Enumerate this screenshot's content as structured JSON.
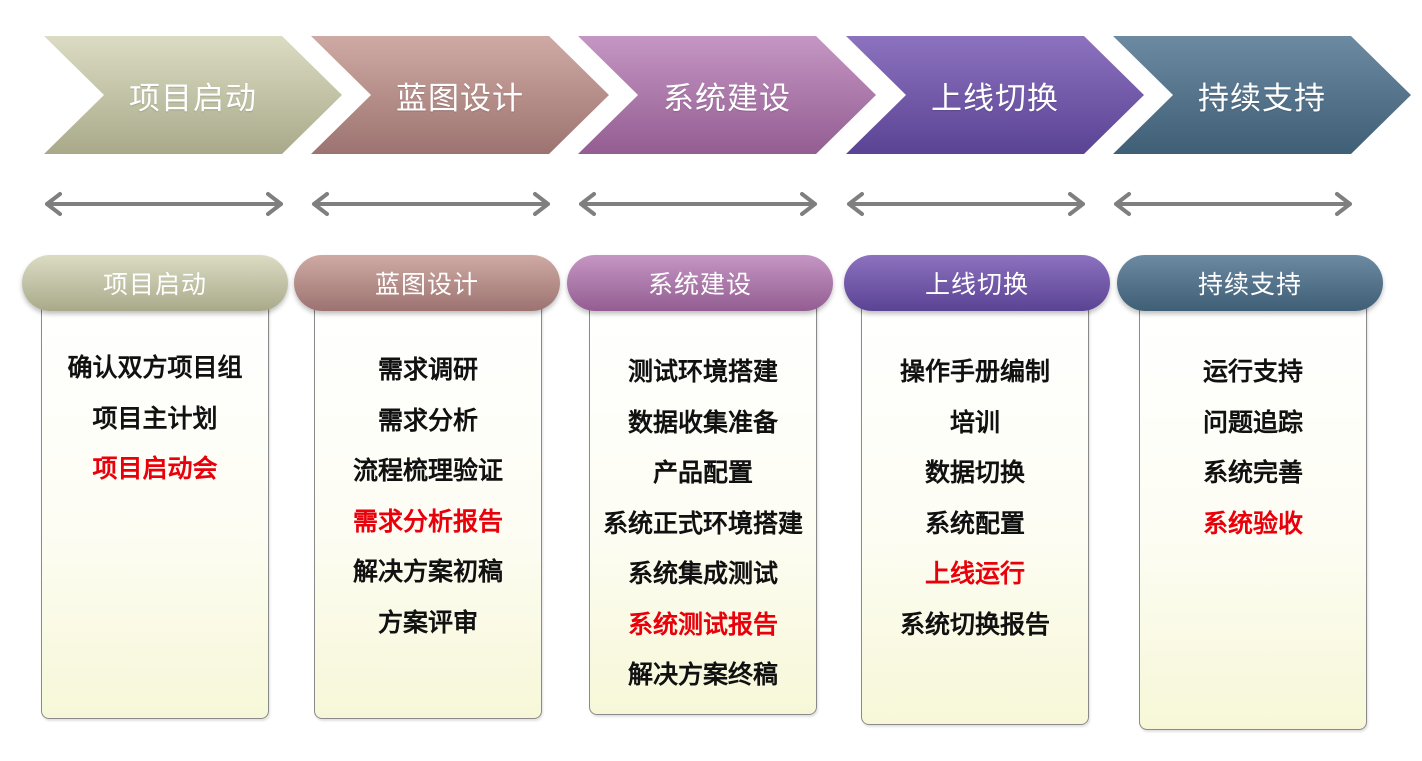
{
  "phases": [
    {
      "label": "项目启动",
      "color_light": "#dcdcc4",
      "color_dark": "#a9a98a"
    },
    {
      "label": "蓝图设计",
      "color_light": "#cfaaa4",
      "color_dark": "#9c7370"
    },
    {
      "label": "系统建设",
      "color_light": "#c596c3",
      "color_dark": "#935d92"
    },
    {
      "label": "上线切换",
      "color_light": "#8c72bf",
      "color_dark": "#5b4394"
    },
    {
      "label": "持续支持",
      "color_light": "#6c8aa2",
      "color_dark": "#3f5f77"
    }
  ],
  "columns": [
    {
      "header": "项目启动",
      "items": [
        {
          "text": "确认双方项目组",
          "highlight": false
        },
        {
          "text": "项目主计划",
          "highlight": false
        },
        {
          "text": "项目启动会",
          "highlight": true
        }
      ]
    },
    {
      "header": "蓝图设计",
      "items": [
        {
          "text": "需求调研",
          "highlight": false
        },
        {
          "text": "需求分析",
          "highlight": false
        },
        {
          "text": "流程梳理验证",
          "highlight": false
        },
        {
          "text": "需求分析报告",
          "highlight": true
        },
        {
          "text": "解决方案初稿",
          "highlight": false
        },
        {
          "text": "方案评审",
          "highlight": false
        }
      ]
    },
    {
      "header": "系统建设",
      "items": [
        {
          "text": "测试环境搭建",
          "highlight": false
        },
        {
          "text": "数据收集准备",
          "highlight": false
        },
        {
          "text": "产品配置",
          "highlight": false
        },
        {
          "text": "系统正式环境搭建",
          "highlight": false
        },
        {
          "text": "系统集成测试",
          "highlight": false
        },
        {
          "text": "系统测试报告",
          "highlight": true
        },
        {
          "text": "解决方案终稿",
          "highlight": false
        }
      ]
    },
    {
      "header": "上线切换",
      "items": [
        {
          "text": "操作手册编制",
          "highlight": false
        },
        {
          "text": "培训",
          "highlight": false
        },
        {
          "text": "数据切换",
          "highlight": false
        },
        {
          "text": "系统配置",
          "highlight": false
        },
        {
          "text": "上线运行",
          "highlight": true
        },
        {
          "text": "系统切换报告",
          "highlight": false
        }
      ]
    },
    {
      "header": "持续支持",
      "items": [
        {
          "text": "运行支持",
          "highlight": false
        },
        {
          "text": "问题追踪",
          "highlight": false
        },
        {
          "text": "系统完善",
          "highlight": false
        },
        {
          "text": "系统验收",
          "highlight": true
        }
      ]
    }
  ],
  "colors": {
    "highlight": "#e8000b",
    "arrow": "#7f7f7f",
    "box_border": "#8a8a8a"
  }
}
